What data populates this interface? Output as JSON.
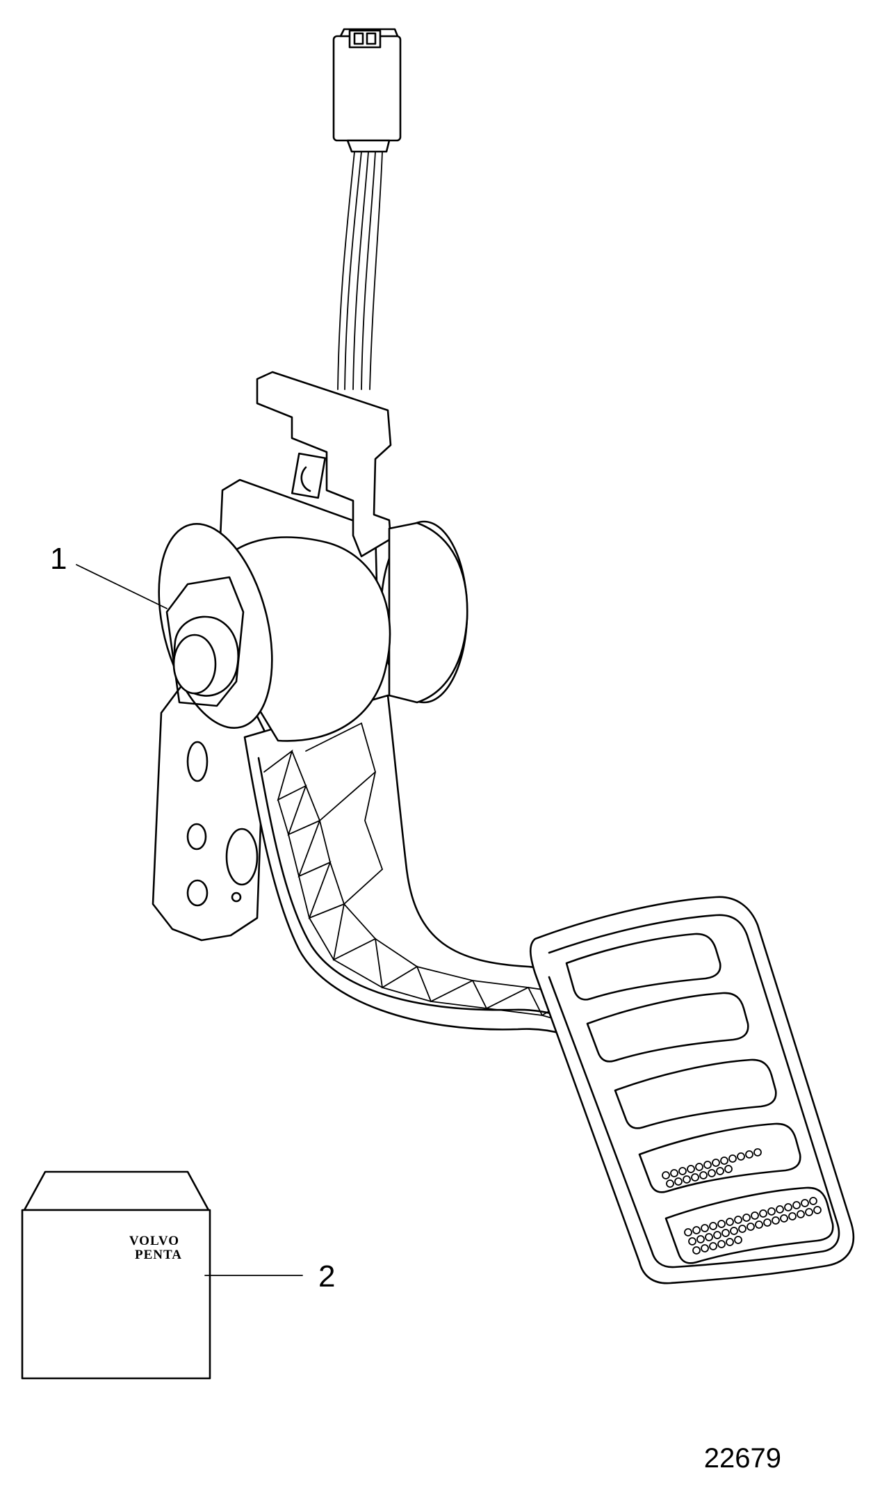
{
  "parts": [
    {
      "callout": "1",
      "icon": "accelerator-pedal-icon"
    },
    {
      "callout": "2",
      "icon": "parts-bag-icon"
    }
  ],
  "bag_logo": {
    "line1": "VOLVO",
    "line2": "PENTA"
  },
  "figure_number": "22679",
  "colors": {
    "ink": "#000000",
    "paper": "#ffffff"
  }
}
